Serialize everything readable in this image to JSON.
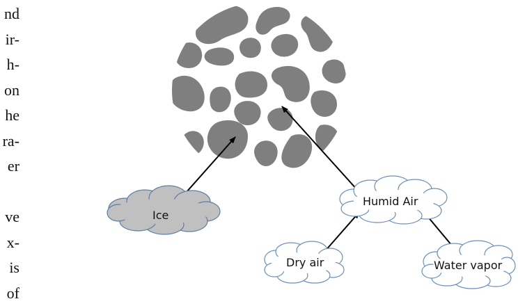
{
  "margin_text_lines": [
    "nd",
    "ir-",
    "h-",
    "on",
    "he",
    "ra-",
    "er",
    "",
    "ve",
    "x-",
    "is",
    "of"
  ],
  "nodes": {
    "ice": "Ice",
    "humid_air": "Humid Air",
    "dry_air": "Dry air",
    "water_vapor": "Water vapor"
  },
  "colors": {
    "ice_cloud_fill": "#c0c0c0",
    "ice_cloud_stroke": "#5a7ea6",
    "air_cloud_fill": "#ffffff",
    "air_cloud_stroke": "#6a8fbf",
    "sphere_ice": "#7f7f7f",
    "arrow": "#000000"
  }
}
